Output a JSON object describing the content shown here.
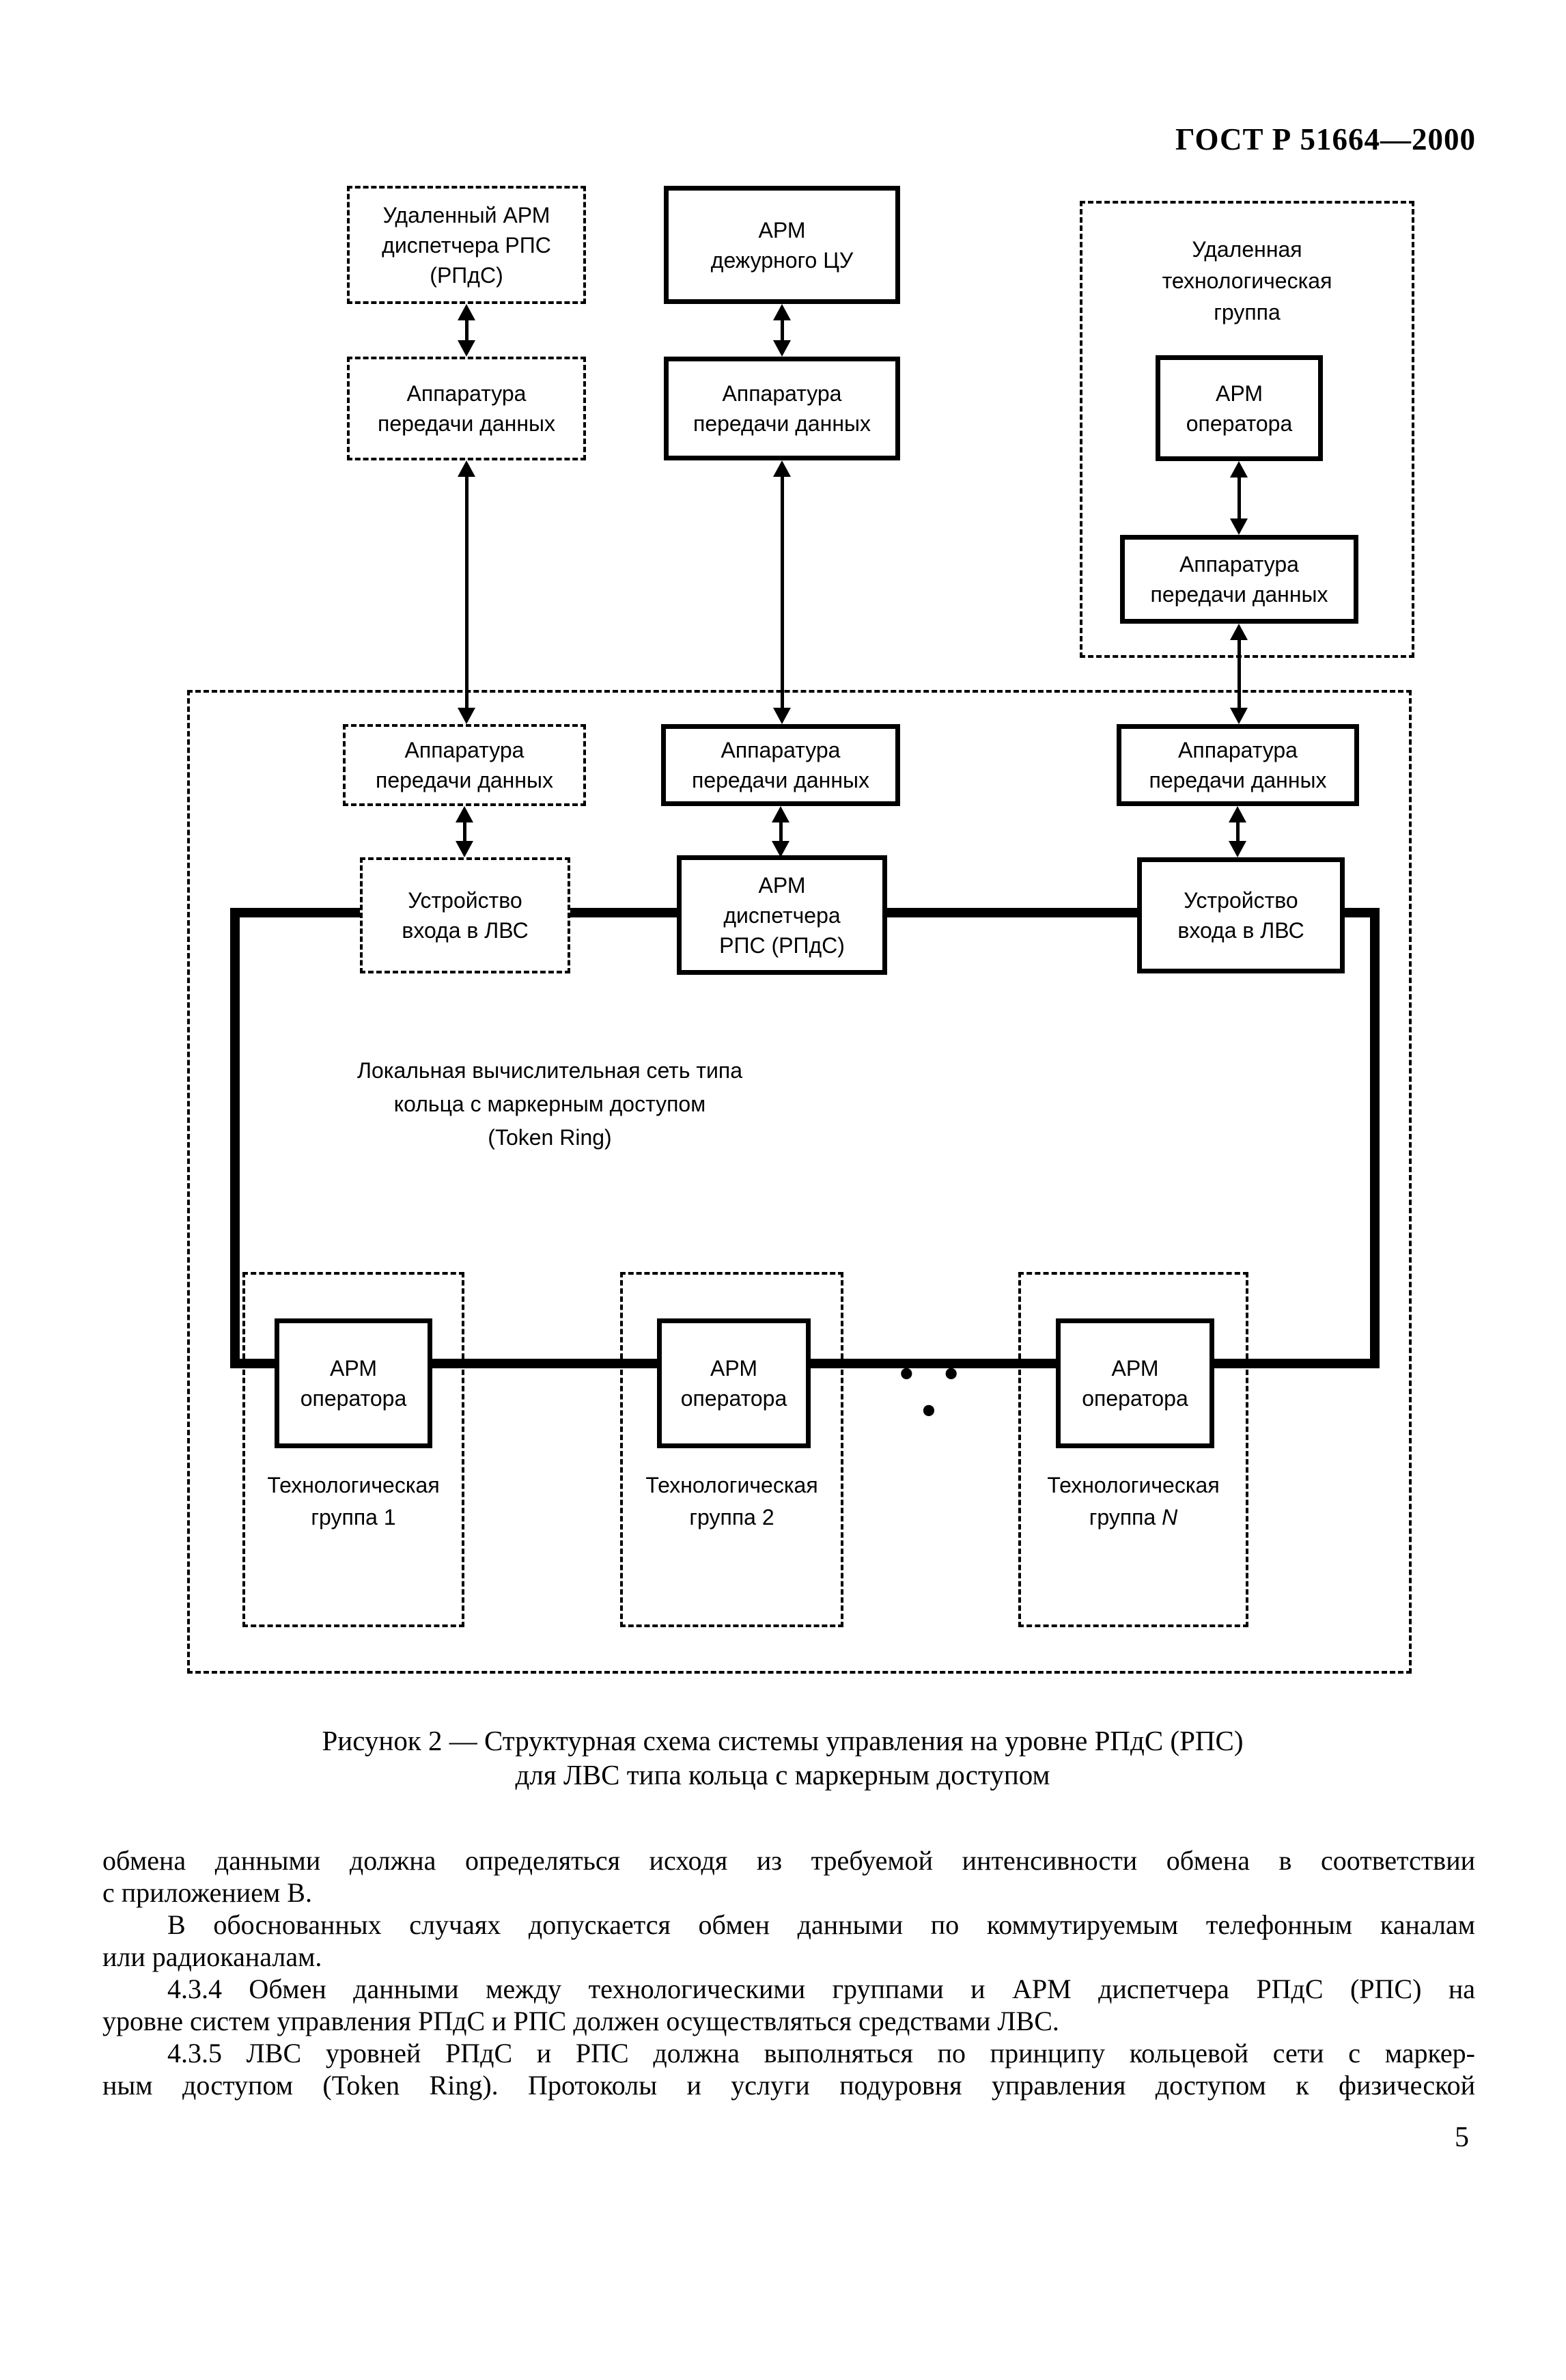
{
  "page": {
    "standard_code": "ГОСТ Р 51664—2000",
    "page_number": "5"
  },
  "diagram": {
    "remote_arm": {
      "l1": "Удаленный АРМ",
      "l2": "диспетчера РПС",
      "l3": "(РПдС)"
    },
    "arm_duty": {
      "l1": "АРМ",
      "l2": "дежурного ЦУ"
    },
    "apd": {
      "l1": "Аппаратура",
      "l2": "передачи данных"
    },
    "remote_group": {
      "l1": "Удаленная",
      "l2": "технологическая",
      "l3": "группа"
    },
    "arm_operator": {
      "l1": "АРМ",
      "l2": "оператора"
    },
    "lan_entry": {
      "l1": "Устройство",
      "l2": "входа в ЛВС"
    },
    "arm_dispatcher": {
      "l1": "АРМ",
      "l2": "диспетчера",
      "l3": "РПС (РПдС)"
    },
    "lan_label": {
      "l1": "Локальная вычислительная сеть типа",
      "l2": "кольца с маркерным доступом",
      "l3": "(Token Ring)"
    },
    "tech_groups": [
      {
        "l1": "Технологическая",
        "prefix": "группа ",
        "num": "1"
      },
      {
        "l1": "Технологическая",
        "prefix": "группа ",
        "num": "2"
      },
      {
        "l1": "Технологическая",
        "prefix": "группа ",
        "num": "N"
      }
    ],
    "dots": "• • •"
  },
  "caption": {
    "line1": "Рисунок 2 — Структурная схема системы управления на уровне РПдС (РПС)",
    "line2": "для ЛВС типа кольца с маркерным доступом"
  },
  "body": {
    "lines": [
      "обмена данными должна определяться исходя из требуемой интенсивности обмена в соответствии",
      "с приложением В.",
      "В обоснованных случаях допускается обмен данными по коммутируемым телефонным каналам",
      "или радиоканалам.",
      "4.3.4 Обмен данными между технологическими группами и АРМ диспетчера РПдС (РПС) на",
      "уровне систем управления РПдС и РПС должен осуществляться средствами ЛВС.",
      "4.3.5 ЛВС уровней РПдС и РПС должна выполняться по принципу кольцевой сети с маркер-",
      "ным доступом (Token Ring). Протоколы и услуги подуровня управления доступом к физической"
    ]
  }
}
